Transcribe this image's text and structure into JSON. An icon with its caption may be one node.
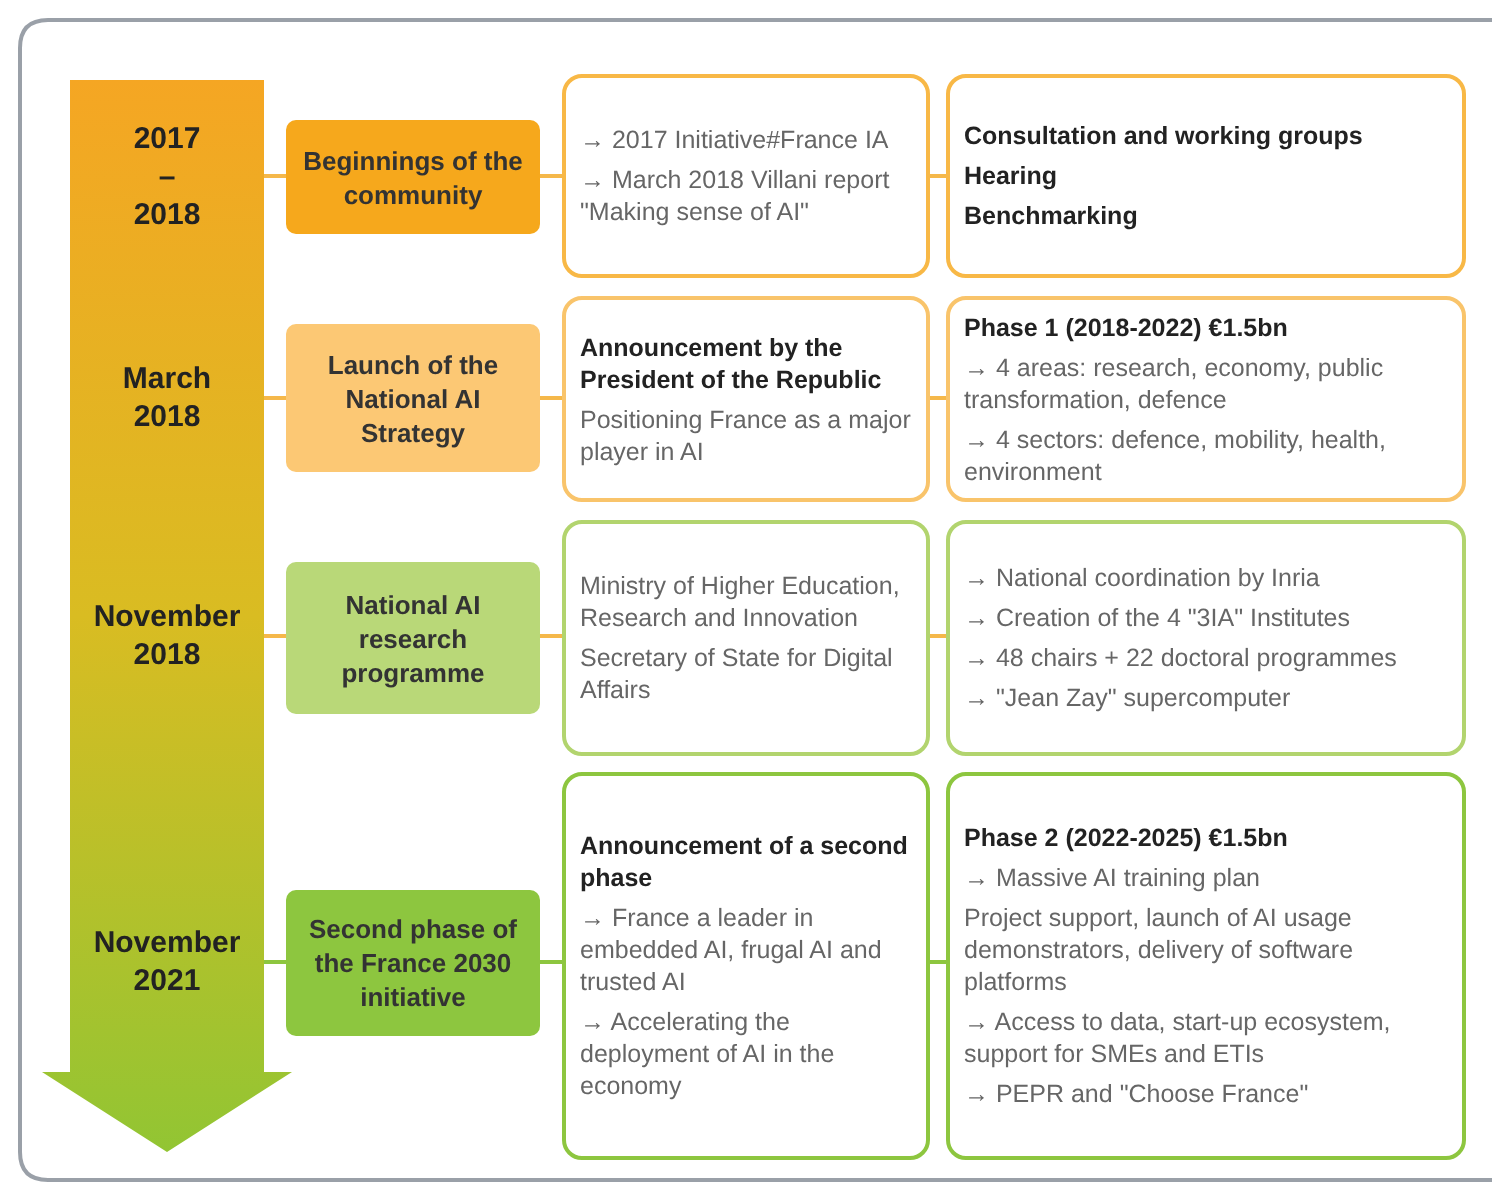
{
  "diagram": {
    "nodes": [
      {
        "text": [
          "2017 – 2018",
          "March 2018",
          "November 2018",
          "November 2021"
        ]
      },
      {
        "text": [
          "Beginnings of the community"
        ]
      },
      {
        "text": [
          "→ 2017 Initiative#France IA",
          "→ March 2018 Villani report \"Making sense of AI\""
        ]
      },
      {
        "text": [
          "Consultation and working groups",
          "Hearing",
          "Benchmarking"
        ]
      },
      {
        "text": [
          "Launch of the National AI Strategy"
        ]
      },
      {
        "text": [
          "Announcement by the President of the Republic",
          "Positioning France as a major player in AI"
        ]
      },
      {
        "text": [
          "Phase 1 (2018-2022) €1.5bn",
          "→ 4 areas: research, economy, public transformation, defence",
          "→ 4 sectors: defence, mobility, health, environment"
        ]
      },
      {
        "text": [
          "National AI research programme"
        ]
      },
      {
        "text": [
          "Ministry of Higher Education, Research and Innovation",
          "Secretary of State for Digital Affairs"
        ]
      },
      {
        "text": [
          "→ National coordination by Inria",
          "→ Creation of the 4 \"3IA\" Institutes",
          "→ 48 chairs + 22 doctoral programmes",
          "→ \"Jean Zay\" supercomputer"
        ]
      },
      {
        "text": [
          "Second phase of the France 2030 initiative"
        ]
      },
      {
        "text": [
          "Announcement of a second phase",
          "→ France a leader in embedded AI, frugal AI and trusted AI",
          "→ Accelerating the deployment of AI in the economy"
        ]
      },
      {
        "text": [
          "Phase 2 (2022-2025) €1.5bn",
          "→ Massive AI training plan",
          "Project support, launch of AI usage demonstrators, delivery of software platforms",
          "→ Access to data, start-up ecosystem, support for SMEs and ETIs",
          "→ PEPR and \"Choose France\""
        ]
      }
    ],
    "edges": [
      {
        "from": 0,
        "to": 1,
        "arrow": "none"
      },
      {
        "from": 1,
        "to": 2,
        "arrow": "none"
      },
      {
        "from": 2,
        "to": 3,
        "arrow": "none"
      },
      {
        "from": 0,
        "to": 4,
        "arrow": "none"
      },
      {
        "from": 4,
        "to": 5,
        "arrow": "none"
      },
      {
        "from": 5,
        "to": 6,
        "arrow": "none"
      },
      {
        "from": 0,
        "to": 7,
        "arrow": "none"
      },
      {
        "from": 7,
        "to": 8,
        "arrow": "none"
      },
      {
        "from": 8,
        "to": 9,
        "arrow": "none"
      },
      {
        "from": 0,
        "to": 10,
        "arrow": "none",
        "color": "#8dc63f"
      },
      {
        "from": 10,
        "to": 11,
        "arrow": "none",
        "color": "#8dc63f"
      },
      {
        "from": 11,
        "to": 12,
        "arrow": "none",
        "color": "#8dc63f"
      }
    ]
  }
}
